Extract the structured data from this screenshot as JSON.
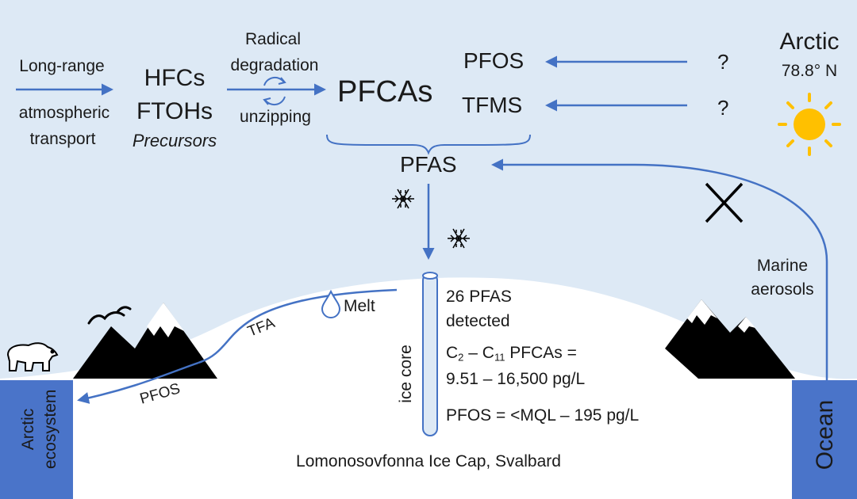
{
  "header": {
    "region": "Arctic",
    "latitude": "78.8° N"
  },
  "transport": {
    "line1": "Long-range",
    "line2": "atmospheric",
    "line3": "transport"
  },
  "precursors": {
    "hfcs": "HFCs",
    "ftohs": "FTOHs",
    "label": "Precursors"
  },
  "degradation": {
    "line1": "Radical",
    "line2": "degradation",
    "line3": "unzipping"
  },
  "compounds": {
    "pfcas": "PFCAs",
    "pfos": "PFOS",
    "tfms": "TFMS",
    "pfas": "PFAS",
    "unknown1": "?",
    "unknown2": "?"
  },
  "flows": {
    "tfa": "TFA",
    "melt": "Melt",
    "pfos": "PFOS",
    "marine_line1": "Marine",
    "marine_line2": "aerosols"
  },
  "ice_core": {
    "label": "ice core",
    "detected_line1": "26 PFAS",
    "detected_line2": "detected",
    "pfca_c_start": "C",
    "pfca_sub_start": "2",
    "pfca_dash": " – C",
    "pfca_sub_end": "11",
    "pfca_suffix": " PFCAs =",
    "pfca_range": "9.51 – 16,500 pg/L",
    "pfos_range": "PFOS = <MQL – 195 pg/L"
  },
  "boxes": {
    "ecosystem_line1": "Arctic",
    "ecosystem_line2": "ecosystem",
    "ocean": "Ocean"
  },
  "location": "Lomonosovfonna Ice Cap, Svalbard",
  "colors": {
    "sky": "#dde9f5",
    "arrow": "#4472c4",
    "box": "#4a74c9",
    "sun": "#ffc000",
    "mountain": "#000000"
  }
}
